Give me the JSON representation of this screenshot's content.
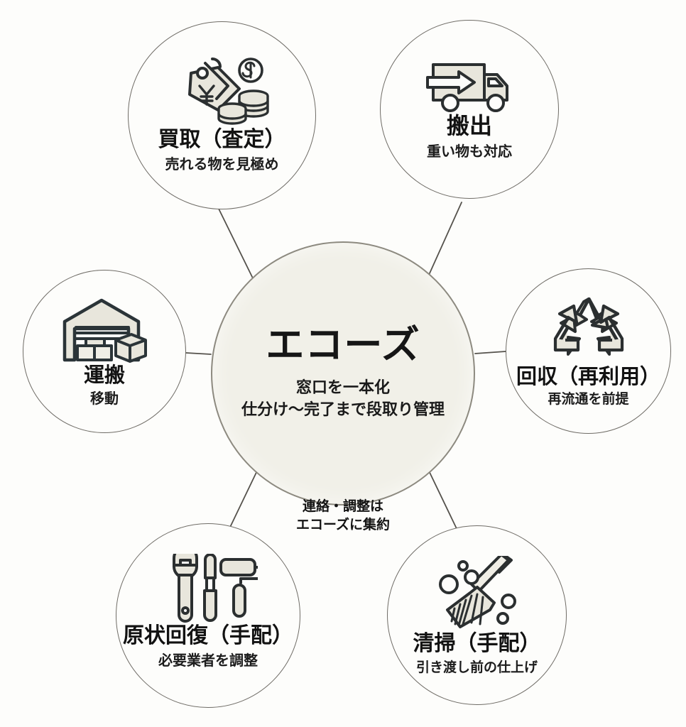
{
  "canvas": {
    "background_color": "#fdfdfb",
    "hub_fill_color": "#f1f0e8",
    "hub_stroke_color": "#8d8a80",
    "node_stroke_color": "#6f6c66",
    "connector_color": "#55524c",
    "text_color": "#161616",
    "icon_fill_color": "#e6e4da",
    "icon_stroke_color": "#2b2f30"
  },
  "hub": {
    "title": "エコーズ",
    "subtitle": "窓口を一本化\n仕分け〜完了まで段取り管理",
    "caption": "連絡・調整は\nエコーズに集約"
  },
  "nodes": [
    {
      "id": "kaitori",
      "title": "買取（査定）",
      "subtitle": "売れる物を見極め",
      "icon": "price-tag-coins-icon",
      "position": "top-left"
    },
    {
      "id": "hanshutsu",
      "title": "搬出",
      "subtitle": "重い物も対応",
      "icon": "truck-loading-icon",
      "position": "top-right"
    },
    {
      "id": "kaishu",
      "title": "回収（再利用）",
      "subtitle": "再流通を前提",
      "icon": "recycle-icon",
      "position": "right"
    },
    {
      "id": "seiso",
      "title": "清掃（手配）",
      "subtitle": "引き渡し前の仕上げ",
      "icon": "broom-bubbles-icon",
      "position": "bottom-right"
    },
    {
      "id": "genjo",
      "title": "原状回復（手配）",
      "subtitle": "必要業者を調整",
      "icon": "tools-wrench-screwdriver-roller-icon",
      "position": "bottom-left"
    },
    {
      "id": "unpan",
      "title": "運搬",
      "subtitle": "移動",
      "icon": "warehouse-boxes-icon",
      "position": "left"
    }
  ]
}
